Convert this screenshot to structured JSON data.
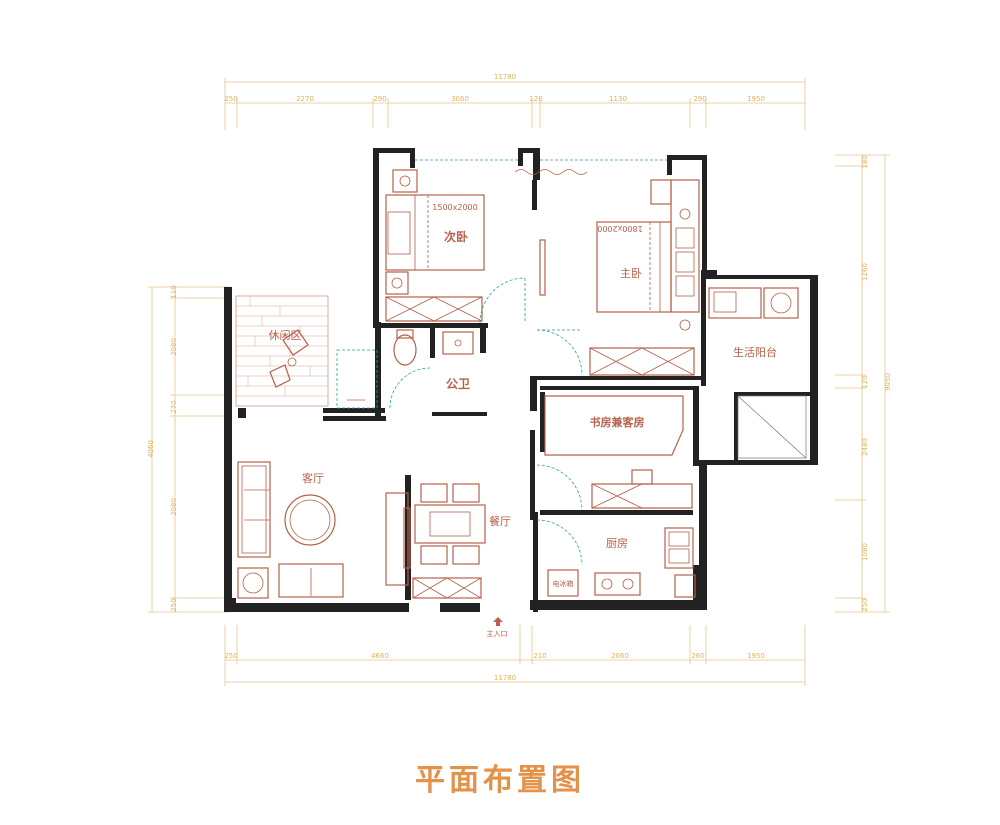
{
  "title": "平面布置图",
  "rooms": {
    "second_bedroom": "次卧",
    "master_bedroom": "主卧",
    "leisure": "休闲区",
    "bathroom": "公卫",
    "living": "客厅",
    "dining": "餐厅",
    "study": "书房兼客房",
    "kitchen": "厨房",
    "balcony": "生活阳台"
  },
  "bed_sizes": {
    "second_bedroom": "1500x2000",
    "master_bedroom": "1800x2000"
  },
  "labels": {
    "entrance": "主入口",
    "fridge": "电冰箱"
  },
  "dimensions": {
    "top_total": "11780",
    "top_segments": [
      "250",
      "2270",
      "290",
      "3060",
      "120",
      "1130",
      "290",
      "1950"
    ],
    "bottom_total": "11780",
    "bottom_segments": [
      "250",
      "4660",
      "210",
      "2060",
      "260",
      "1950"
    ],
    "left_segments": [
      "110",
      "2080",
      "270",
      "4060",
      "2080",
      "250"
    ],
    "right_segments": [
      "180",
      "1260",
      "120",
      "2480",
      "1080",
      "250",
      "9050"
    ]
  },
  "colors": {
    "furniture": "#b8604a",
    "dimension": "#e3b25a",
    "title": "#e4924a",
    "wall": "#222222"
  }
}
